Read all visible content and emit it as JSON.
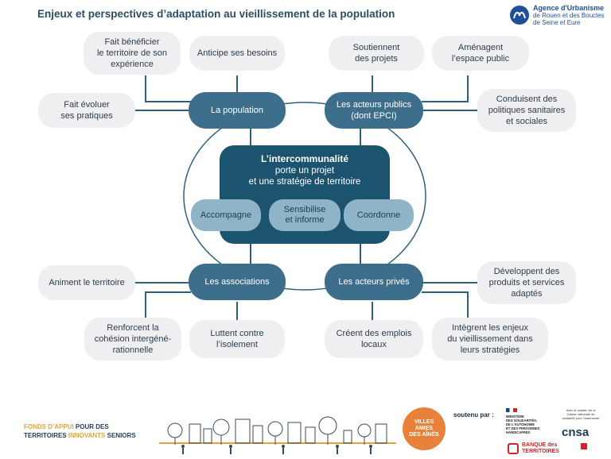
{
  "title": "Enjeux et perspectives d’adaptation au vieillissement de la population",
  "agency": {
    "name": "Agence d'Urbanisme",
    "subtitle": "de Rouen et des Boucles\nde Seine et Eure"
  },
  "center": {
    "title": "L’intercommunalité",
    "subtitle": "porte un projet\net une stratégie de territoire",
    "actions": [
      "Accompagne",
      "Sensibilise\net informe",
      "Coordonne"
    ]
  },
  "actors": {
    "population": "La population",
    "publics": "Les acteurs publics\n(dont EPCI)",
    "associations": "Les associations",
    "prives": "Les acteurs privés"
  },
  "population_items": [
    "Fait bénéficier\nle territoire de son\nexpérience",
    "Anticipe ses besoins",
    "Fait évoluer\nses pratiques"
  ],
  "publics_items": [
    "Soutiennent\ndes projets",
    "Aménagent\nl’espace public",
    "Conduisent des\npolitiques sanitaires\net sociales"
  ],
  "associations_items": [
    "Animent le territoire",
    "Renforcent la\ncohésion intergéné-\nrationnelle",
    "Luttent contre\nl’isolement"
  ],
  "prives_items": [
    "Développent des\nproduits et services\nadaptés",
    "Créent des emplois\nlocaux",
    "Intègrent les enjeux\ndu vieillissement dans\nleurs stratégies"
  ],
  "footer": {
    "fonds_line1_a": "FONDS D’APPUI",
    "fonds_line1_b": " POUR DES",
    "fonds_line2_a": "TERRITOIRES ",
    "fonds_line2_b": "INNOVANTS",
    "fonds_line2_c": " SENIORS",
    "villes": "VILLES\nAMIES\nDES AÎNÉS",
    "soutenu": "soutenu par :",
    "ministere": "MINISTÈRE\nDES SOLIDARITÉS,\nDE L'AUTONOMIE\nET DES PERSONNES\nHANDICAPÉES",
    "cnsa_note": "Avec le soutien de la\nCaisse nationale de\nsolidarité pour l'autonomie",
    "cnsa": "cnsa",
    "banque": "BANQUE des\nTERRITOIRES"
  },
  "colors": {
    "actor": "#3d6f8d",
    "center": "#1c5470",
    "action": "#8fb4c7",
    "pill": "#efeff2",
    "accent": "#e0a43a"
  }
}
